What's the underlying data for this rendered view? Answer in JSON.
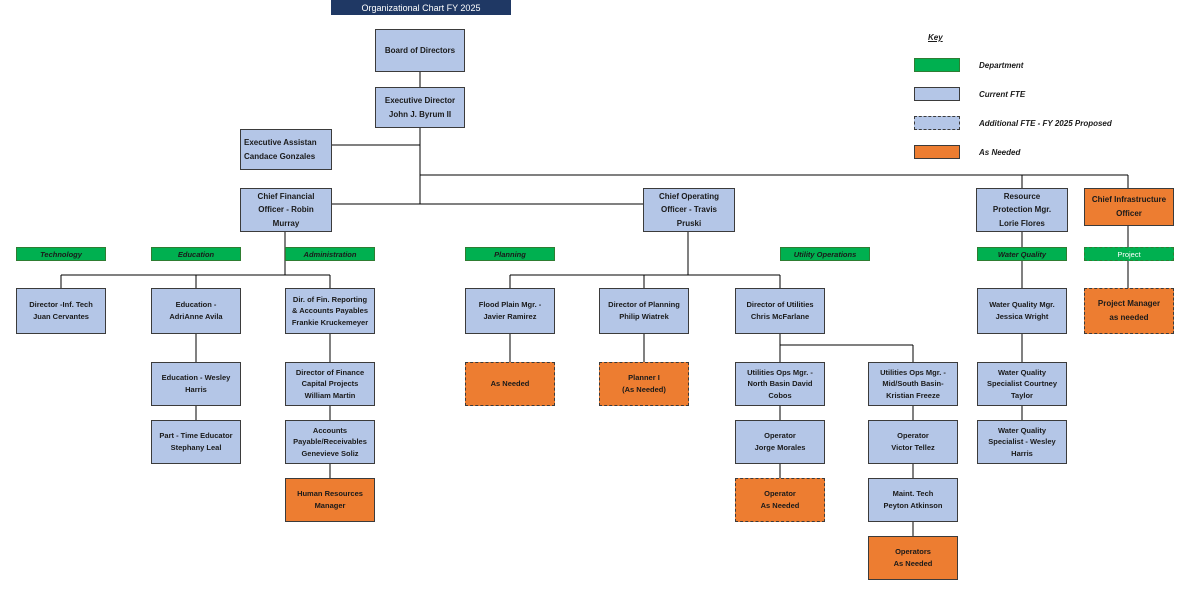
{
  "title": "Organizational Chart FY 2025",
  "key": {
    "title": "Key",
    "items": [
      {
        "label": "Department",
        "color": "#00b050"
      },
      {
        "label": "Current FTE",
        "color": "#b4c6e7"
      },
      {
        "label": "Additional FTE - FY 2025 Proposed",
        "color": "#b4c6e7"
      },
      {
        "label": "As Needed",
        "color": "#ed7d31"
      }
    ]
  },
  "nodes": {
    "board": "Board of Directors",
    "exec_director": "Executive Director\nJohn J. Byrum II",
    "exec_assistant": "Executive Assistan\nCandace Gonzales",
    "cfo": "Chief Financial\nOfficer - Robin\nMurray",
    "coo": "Chief Operating\nOfficer - Travis\nPruski",
    "resource_protection": "Resource\nProtection Mgr.\nLorie Flores",
    "cio": "Chief Infrastructure\nOfficer",
    "dir_inf_tech": "Director -Inf. Tech\nJuan Cervantes",
    "education_avila": "Education -\nAdriAnne Avila",
    "dir_fin_reporting": "Dir. of Fin. Reporting\n& Accounts Payables\nFrankie Kruckemeyer",
    "flood_plain": "Flood Plain Mgr. -\nJavier  Ramirez",
    "dir_planning": "Director of Planning\nPhilip Wiatrek",
    "dir_utilities": "Director of Utilities\nChris McFarlane",
    "wq_mgr": "Water Quality Mgr.\nJessica Wright",
    "project_manager": "Project Manager\nas needed",
    "education_harris": "Education  - Wesley\nHarris",
    "dir_finance_capital": "Director of Finance\nCapital Projects\nWilliam Martin",
    "planning_as_needed": "As Needed",
    "planner_1": "Planner I\n(As Needed)",
    "util_ops_north": "Utilities Ops Mgr. -\nNorth Basin David\nCobos",
    "util_ops_mid_south": "Utilities Ops Mgr. -\nMid/South Basin-\nKristian Freeze",
    "wq_specialist_taylor": "Water Quality\nSpecialist   Courtney\nTaylor",
    "part_time_educator": "Part - Time Educator\nStephany Leal",
    "accounts_payable": "Accounts\nPayable/Receivables\nGenevieve Soliz",
    "operator_morales": "Operator\nJorge Morales",
    "operator_tellez": "Operator\nVictor Tellez",
    "wq_specialist_harris": "Water Quality\nSpecialist - Wesley\nHarris",
    "hr_manager": "Human Resources\nManager",
    "operator_as_needed": "Operator\nAs Needed",
    "maint_tech": "Maint. Tech\nPeyton Atkinson",
    "operators_as_needed": "Operators\nAs Needed"
  },
  "departments": {
    "technology": "Technology",
    "education": "Education",
    "administration": "Administration",
    "planning": "Planning",
    "utility_operations": "Utility Operations",
    "water_quality": "Water Quality",
    "project": "Project"
  }
}
